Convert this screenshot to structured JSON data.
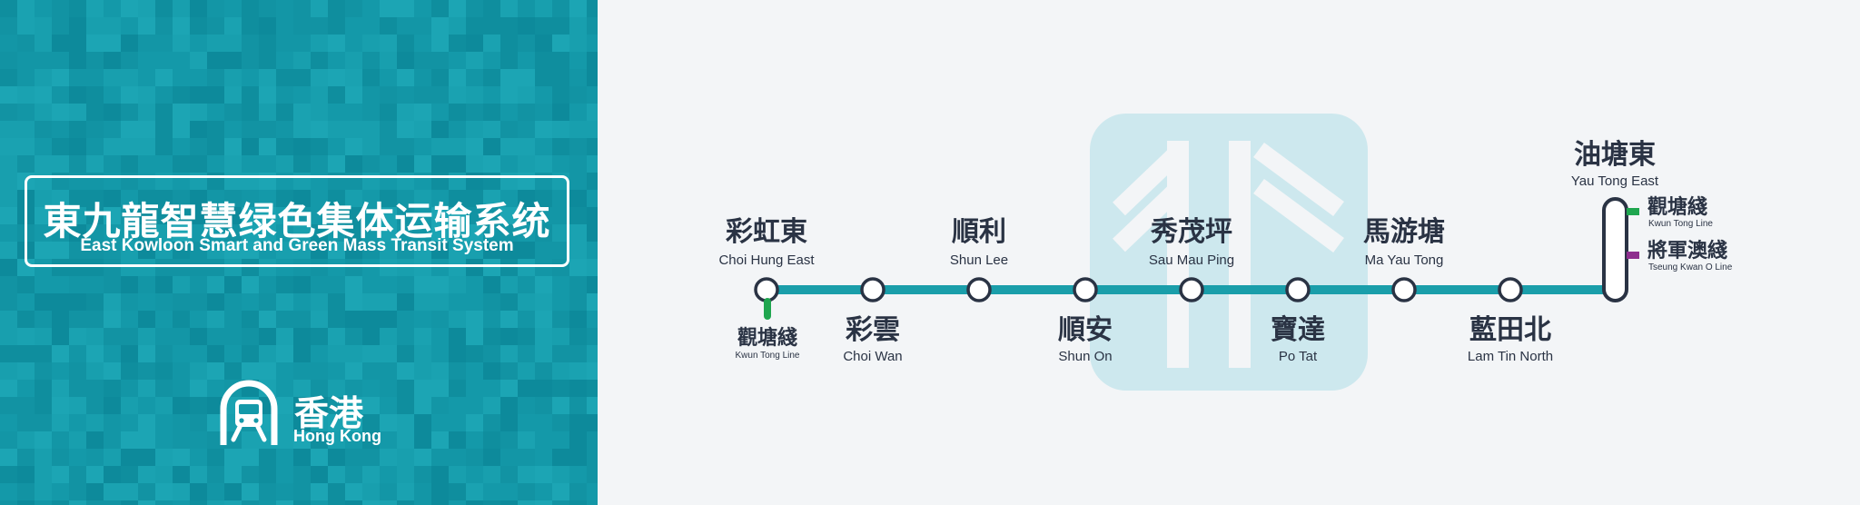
{
  "header": {
    "title_cn": "東九龍智慧绿色集体运输系统",
    "title_en": "East Kowloon Smart and Green Mass Transit System"
  },
  "region": {
    "name_cn": "香港",
    "name_en": "Hong Kong",
    "logo_icon": "train-logo-icon"
  },
  "colors": {
    "panel": "#1499a9",
    "line": "#1a9eaa",
    "station_stroke": "#2a3344",
    "kwun_tong_line": "#1fa64f",
    "tseung_kwan_o_line": "#8e2f8e",
    "watermark": "#cde8ee"
  },
  "stations": [
    {
      "cn": "彩虹東",
      "en": "Choi Hung East",
      "label": "above"
    },
    {
      "cn": "彩雲",
      "en": "Choi Wan",
      "label": "below"
    },
    {
      "cn": "順利",
      "en": "Shun Lee",
      "label": "above"
    },
    {
      "cn": "順安",
      "en": "Shun On",
      "label": "below"
    },
    {
      "cn": "秀茂坪",
      "en": "Sau Mau Ping",
      "label": "above"
    },
    {
      "cn": "寶達",
      "en": "Po Tat",
      "label": "below"
    },
    {
      "cn": "馬游塘",
      "en": "Ma Yau Tong",
      "label": "above"
    },
    {
      "cn": "藍田北",
      "en": "Lam Tin North",
      "label": "below"
    }
  ],
  "terminus": {
    "cn": "油塘東",
    "en": "Yau Tong East"
  },
  "transfers": {
    "choi_hung_east": {
      "cn": "觀塘綫",
      "en": "Kwun Tong Line"
    },
    "yau_tong_east": [
      {
        "cn": "觀塘綫",
        "en": "Kwun Tong Line"
      },
      {
        "cn": "將軍澳綫",
        "en": "Tseung Kwan O Line"
      }
    ]
  }
}
